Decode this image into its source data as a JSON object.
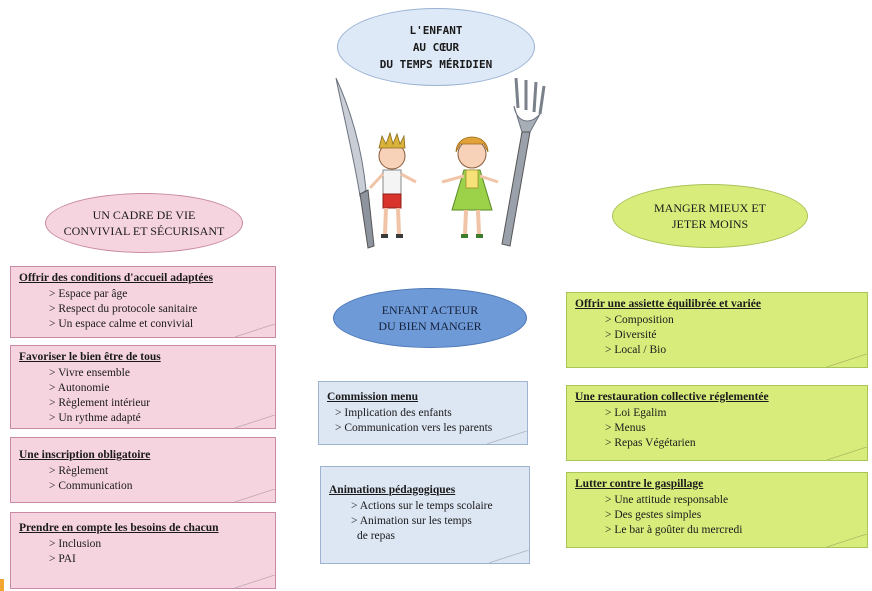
{
  "title": [
    "L'ENFANT",
    "AU CŒUR",
    "DU TEMPS MÉRIDIEN"
  ],
  "left_heading": [
    "UN CADRE DE VIE",
    "CONVIVIAL ET SÉCURISANT"
  ],
  "center_heading": [
    "ENFANT ACTEUR",
    "DU BIEN MANGER"
  ],
  "right_heading": [
    "MANGER MIEUX ET",
    "JETER MOINS"
  ],
  "colors": {
    "pink": "#f6d4df",
    "green": "#d8ec7c",
    "blue": "#6f9ad8",
    "light_blue": "#dde6f3"
  },
  "left_notes": [
    {
      "title": "Offrir des conditions d'accueil adaptées",
      "items": [
        "Espace par âge",
        "Respect du protocole sanitaire",
        "Un espace calme et convivial"
      ]
    },
    {
      "title": "Favoriser le bien être de tous",
      "items": [
        "Vivre ensemble",
        "Autonomie",
        "Règlement intérieur",
        "Un rythme adapté"
      ]
    },
    {
      "title": "Une inscription obligatoire",
      "items": [
        "Règlement",
        "Communication"
      ]
    },
    {
      "title": "Prendre en compte les besoins de chacun",
      "items": [
        "Inclusion",
        "PAI"
      ]
    }
  ],
  "center_notes": [
    {
      "title": "Commission menu",
      "items": [
        "Implication des enfants",
        "Communication vers les parents"
      ]
    },
    {
      "title": "Animations pédagogiques",
      "items": [
        "Actions sur le temps scolaire",
        "Animation sur les temps"
      ],
      "tail": "de repas"
    }
  ],
  "right_notes": [
    {
      "title": "Offrir une assiette équilibrée et variée",
      "items": [
        "Composition",
        "Diversité",
        "Local / Bio"
      ]
    },
    {
      "title": "Une restauration collective réglementée",
      "items": [
        "Loi Egalim",
        "Menus",
        "Repas Végétarien"
      ]
    },
    {
      "title": "Lutter contre le gaspillage",
      "items": [
        "Une attitude responsable",
        "Des gestes simples",
        "Le bar à goûter du mercredi"
      ]
    }
  ],
  "illustration": {
    "left": "knife-icon",
    "right": "fork-icon",
    "figures": [
      "boy-figure",
      "girl-figure"
    ]
  }
}
